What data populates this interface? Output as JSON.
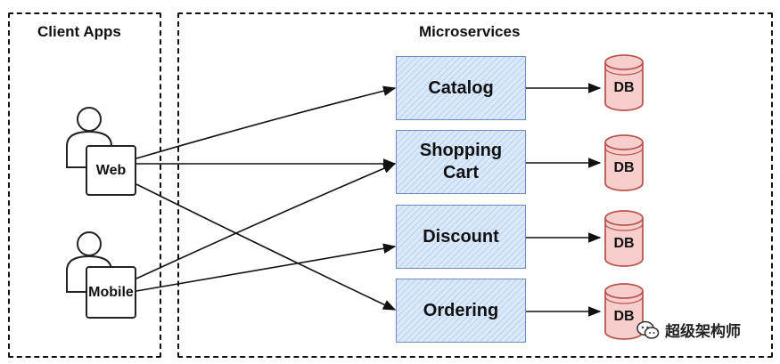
{
  "groups": {
    "client_title": "Client Apps",
    "microservices_title": "Microservices"
  },
  "clients": {
    "web": "Web",
    "mobile": "Mobile"
  },
  "services": {
    "catalog": "Catalog",
    "shopping_cart": "Shopping\nCart",
    "discount": "Discount",
    "ordering": "Ordering"
  },
  "databases": {
    "db1": "DB",
    "db2": "DB",
    "db3": "DB",
    "db4": "DB"
  },
  "watermark": {
    "text": "超级架构师",
    "icon": "wechat-icon"
  },
  "colors": {
    "service_fill": "#dae8fc",
    "service_stroke": "#6c8ebf",
    "db_fill": "#f8cecc",
    "db_stroke": "#b85450"
  }
}
